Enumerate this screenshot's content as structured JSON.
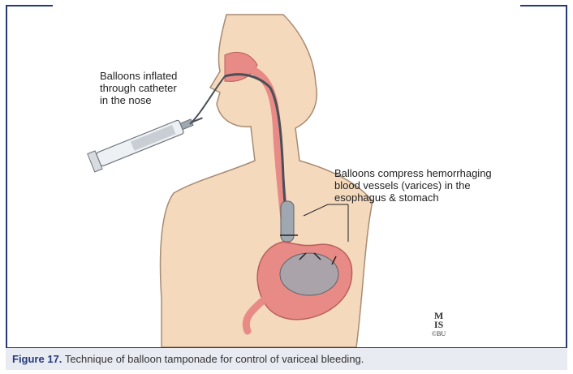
{
  "labels": {
    "catheter_note": "Balloons inflated\nthrough catheter\nin the nose",
    "compress_note": "Balloons compress hemorrhaging\nblood vessels (varices) in the\nesophagus & stomach"
  },
  "signature": {
    "mark": "M\nIS",
    "sub": "©BU"
  },
  "caption": {
    "label": "Figure 17.",
    "text": "Technique of balloon tamponade for control of variceal bleeding."
  },
  "colors": {
    "frame": "#243a7a",
    "skin": "#f4d9bd",
    "skin_outline": "#a88c73",
    "tissue": "#e88b86",
    "balloon": "#9fa7b0"
  }
}
